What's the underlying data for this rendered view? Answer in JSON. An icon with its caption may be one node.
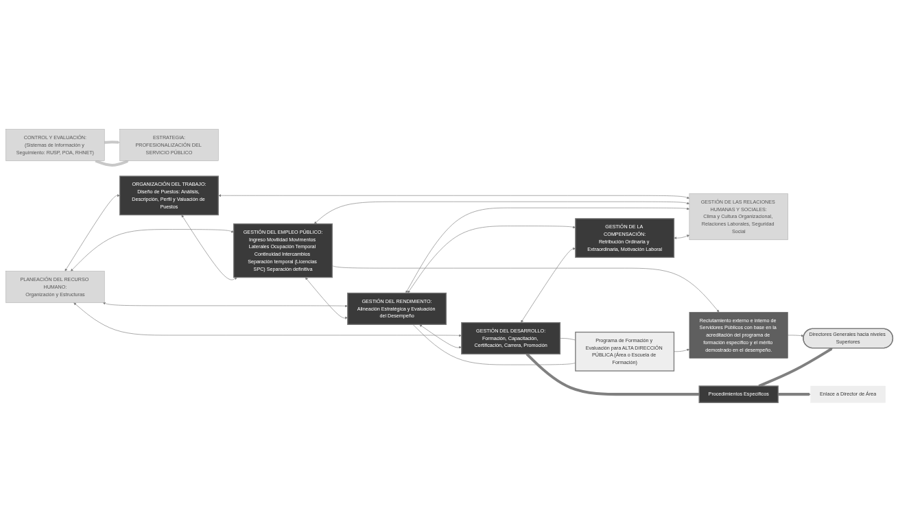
{
  "diagram": {
    "nodes": [
      {
        "text": [
          "ESTRATEGIA:",
          "PROFESIONALIZACIÓN DEL SERVICIO PÚBLICO"
        ]
      },
      {
        "text": [
          "PLANEACIÓN DEL RECURSO HUMANO:",
          "Organización y Estructuras"
        ]
      },
      {
        "text": [
          "ORGANIZACIÓN DEL TRABAJO:",
          "Diseño de Puestos: Análisis, Descripción, Perfil y Valuación de Puestos"
        ]
      },
      {
        "text": [
          "GESTIÓN DEL EMPLEO PÚBLICO:",
          "Ingreso Movilidad Movimentos Laterales Ocupación Temporal Continuidad Intercambios Separación temporal (Licencias SPC) Separación definitiva"
        ]
      },
      {
        "text": [
          "GESTIÓN DEL RENDIMIENTO:",
          "Alineación Estratégica y Evaluación del Desempeño"
        ]
      },
      {
        "text": [
          "GESTIÓN DEL DESARROLLO:",
          "Formación, Capacitación, Certificación, Carrera, Promoción"
        ]
      },
      {
        "text": [
          "GESTIÓN DE LA COMPENSACIÓN:",
          "Retribución Ordinaria y Extraordinaria, Motivación Laboral"
        ]
      },
      {
        "text": [
          "GESTIÓN DE LAS RELACIONES HUMANAS Y SOCIALES:",
          "Clima y Cultura Organizacional, Relaciones Laborales, Seguridad Social"
        ]
      },
      {
        "text": [
          "CONTROL Y EVALUACIÓN:",
          "(Sistemas de Información y Seguimiento: RUSP, POA, RHNET)"
        ]
      },
      {
        "text": [
          "Programa de Formación y Evaluación para ALTA DIRECCIÓN PÚBLICA (Área o Escuela de Formación)"
        ]
      },
      {
        "text": [
          "Reclutamiento externo e interno de Servidores Públicos con base en la acreditación del programa de formación específico y el mérito demostrado en el desempeño."
        ]
      },
      {
        "text": [
          "Enlace a Director de Área"
        ]
      },
      {
        "text": [
          "Procedimientos Específicos"
        ]
      },
      {
        "text": [
          "Directores Generales hacia niveles Superiores"
        ]
      }
    ],
    "edges": [
      {
        "from": 8,
        "to": 0,
        "arrow": "to",
        "color": "#c8c8c8",
        "style": "thick"
      },
      {
        "from": 8,
        "to": 0,
        "arrow": "to",
        "color": "#c8c8c8",
        "style": "thick"
      },
      {
        "from": 1,
        "to": 2,
        "arrow": "both"
      },
      {
        "from": 1,
        "to": 3,
        "arrow": "both"
      },
      {
        "from": 1,
        "to": 4,
        "arrow": "both"
      },
      {
        "from": 1,
        "to": 5,
        "arrow": "both"
      },
      {
        "from": 2,
        "to": 3,
        "arrow": "both"
      },
      {
        "from": 3,
        "to": 4,
        "arrow": "both"
      },
      {
        "from": 4,
        "to": 5,
        "arrow": "both"
      },
      {
        "from": 4,
        "to": 6,
        "arrow": "both"
      },
      {
        "from": 5,
        "to": 6,
        "arrow": "both"
      },
      {
        "from": 2,
        "to": 7,
        "arrow": "both"
      },
      {
        "from": 3,
        "to": 7,
        "arrow": "both"
      },
      {
        "from": 4,
        "to": 7,
        "arrow": "both"
      },
      {
        "from": 6,
        "to": 7,
        "arrow": "both"
      },
      {
        "from": 5,
        "to": 9,
        "arrow": "none"
      },
      {
        "from": 4,
        "to": 9,
        "arrow": "none"
      },
      {
        "from": 3,
        "to": 10,
        "arrow": "to"
      },
      {
        "from": 9,
        "to": 10,
        "arrow": "to"
      },
      {
        "from": 10,
        "to": 13,
        "arrow": "to"
      },
      {
        "from": 5,
        "to": 12,
        "arrow": "none",
        "style": "thick"
      },
      {
        "from": 12,
        "to": 11,
        "arrow": "to",
        "style": "thick"
      },
      {
        "from": 12,
        "to": 13,
        "arrow": "to",
        "style": "thick"
      }
    ]
  }
}
